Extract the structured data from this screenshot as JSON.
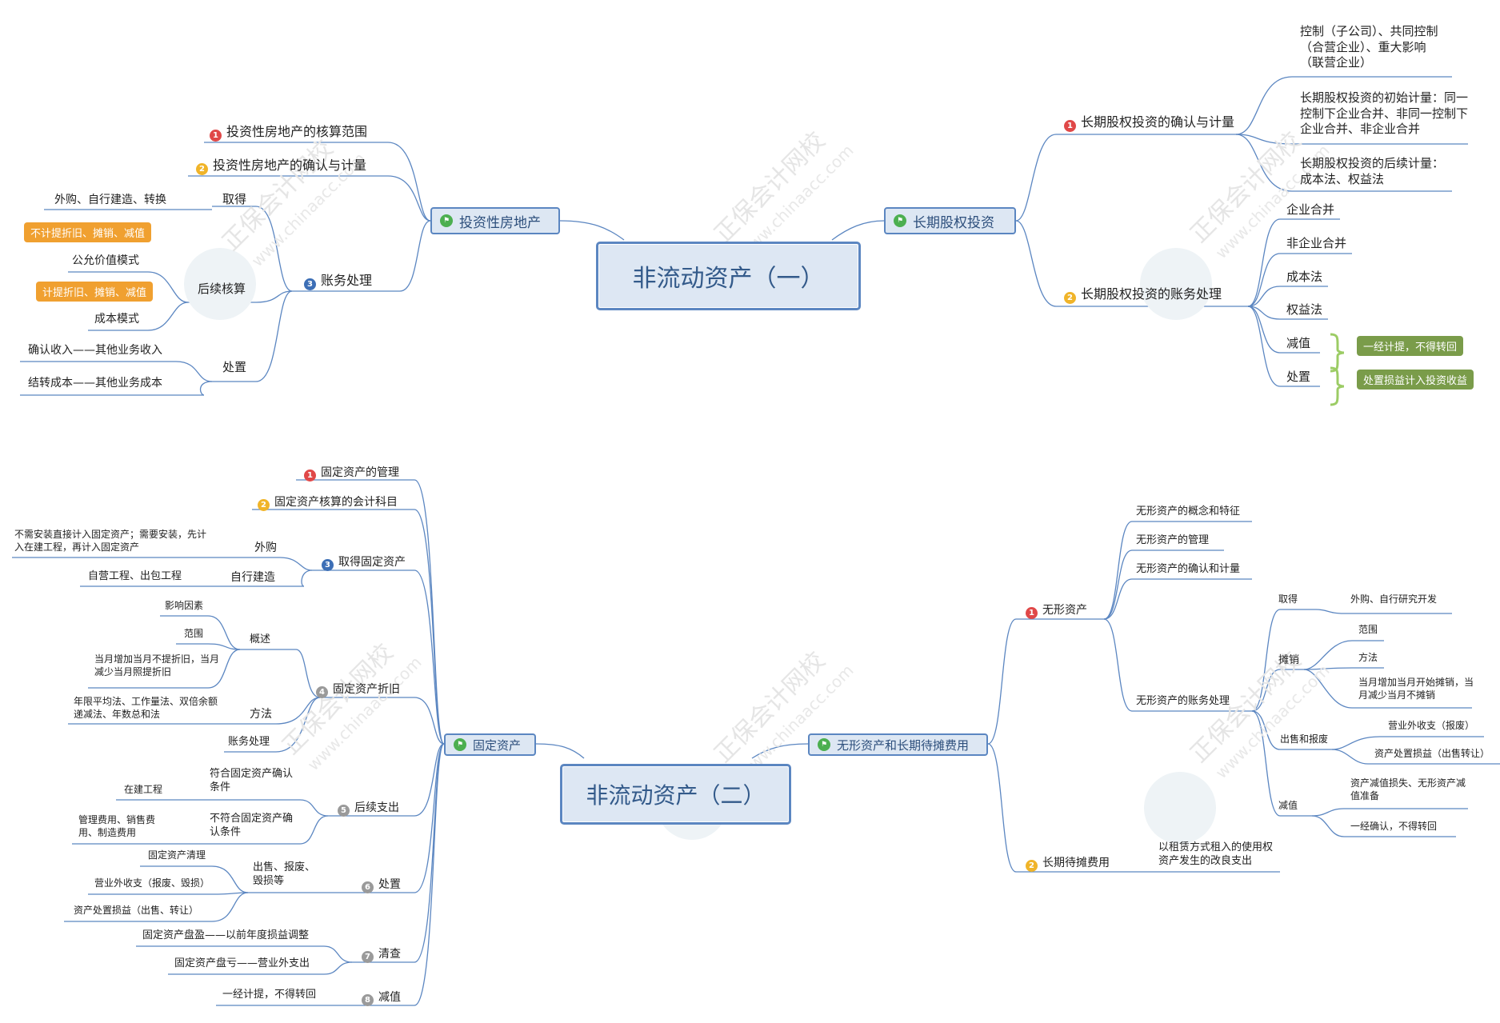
{
  "map1": {
    "center": "非流动资产（一）",
    "left_main": "投资性房地产",
    "right_main": "长期股权投资",
    "left": {
      "n1": "投资性房地产的核算范围",
      "n2": "投资性房地产的确认与计量",
      "n3": "账务处理",
      "acquire": "取得",
      "acquire_leaf": "外购、自行建造、转换",
      "subsequent": "后续核算",
      "fair_value": "公允价值模式",
      "fair_value_tag": "不计提折旧、摊销、减值",
      "cost_model": "成本模式",
      "cost_model_tag": "计提折旧、摊销、减值",
      "disposal": "处置",
      "disposal_leaf1": "确认收入——其他业务收入",
      "disposal_leaf2": "结转成本——其他业务成本"
    },
    "right": {
      "n1": "长期股权投资的确认与计量",
      "n1_leaf1": "控制（子公司）、共同控制（合营企业）、重大影响（联营企业）",
      "n1_leaf2": "长期股权投资的初始计量：同一控制下企业合并、非同一控制下企业合并、非企业合并",
      "n1_leaf3": "长期股权投资的后续计量：成本法、权益法",
      "n2": "长期股权投资的账务处理",
      "n2_leaf1": "企业合并",
      "n2_leaf2": "非企业合并",
      "n2_leaf3": "成本法",
      "n2_leaf4": "权益法",
      "n2_leaf5": "减值",
      "n2_leaf5_tag": "一经计提，不得转回",
      "n2_leaf6": "处置",
      "n2_leaf6_tag": "处置损益计入投资收益"
    }
  },
  "map2": {
    "center": "非流动资产（二）",
    "left_main": "固定资产",
    "right_main": "无形资产和长期待摊费用",
    "left": {
      "n1": "固定资产的管理",
      "n2": "固定资产核算的会计科目",
      "n3": "取得固定资产",
      "n3_purchase": "外购",
      "n3_purchase_leaf": "不需安装直接计入固定资产；需要安装，先计入在建工程，再计入固定资产",
      "n3_self": "自行建造",
      "n3_self_leaf": "自营工程、出包工程",
      "n4": "固定资产折旧",
      "n4_overview": "概述",
      "n4_factor": "影响因素",
      "n4_scope": "范围",
      "n4_rule": "当月增加当月不提折旧，当月减少当月照提折旧",
      "n4_method": "方法",
      "n4_method_leaf": "年限平均法、工作量法、双倍余额递减法、年数总和法",
      "n4_account": "账务处理",
      "n5": "后续支出",
      "n5_a": "符合固定资产确认条件",
      "n5_a_leaf": "在建工程",
      "n5_b": "不符合固定资产确认条件",
      "n5_b_leaf": "管理费用、销售费用、制造费用",
      "n6": "处置",
      "n6_sub": "出售、报废、毁损等",
      "n6_leaf1": "固定资产清理",
      "n6_leaf2": "营业外收支（报废、毁损）",
      "n6_leaf3": "资产处置损益（出售、转让）",
      "n7": "清查",
      "n7_leaf1": "固定资产盘盈——以前年度损益调整",
      "n7_leaf2": "固定资产盘亏——营业外支出",
      "n8": "减值",
      "n8_leaf": "一经计提，不得转回"
    },
    "right": {
      "n1": "无形资产",
      "n1_a": "无形资产的概念和特征",
      "n1_b": "无形资产的管理",
      "n1_c": "无形资产的确认和计量",
      "n1_d": "无形资产的账务处理",
      "acquire": "取得",
      "acquire_leaf": "外购、自行研究开发",
      "amort": "摊销",
      "amort_scope": "范围",
      "amort_method": "方法",
      "amort_rule": "当月增加当月开始摊销，当月减少当月不摊销",
      "sale": "出售和报废",
      "sale_leaf1": "营业外收支（报废）",
      "sale_leaf2": "资产处置损益（出售转让）",
      "impair": "减值",
      "impair_leaf1": "资产减值损失、无形资产减值准备",
      "impair_leaf2": "一经确认，不得转回",
      "n2": "长期待摊费用",
      "n2_leaf": "以租赁方式租入的使用权资产发生的改良支出"
    }
  },
  "watermark": {
    "cn": "正保会计网校",
    "url": "www.chinaacc.com"
  },
  "colors": {
    "line": "#5b86c1",
    "center_fill": "#dde7f3",
    "orange_tag": "#f0a030",
    "green_tag": "#7a9c4a"
  }
}
